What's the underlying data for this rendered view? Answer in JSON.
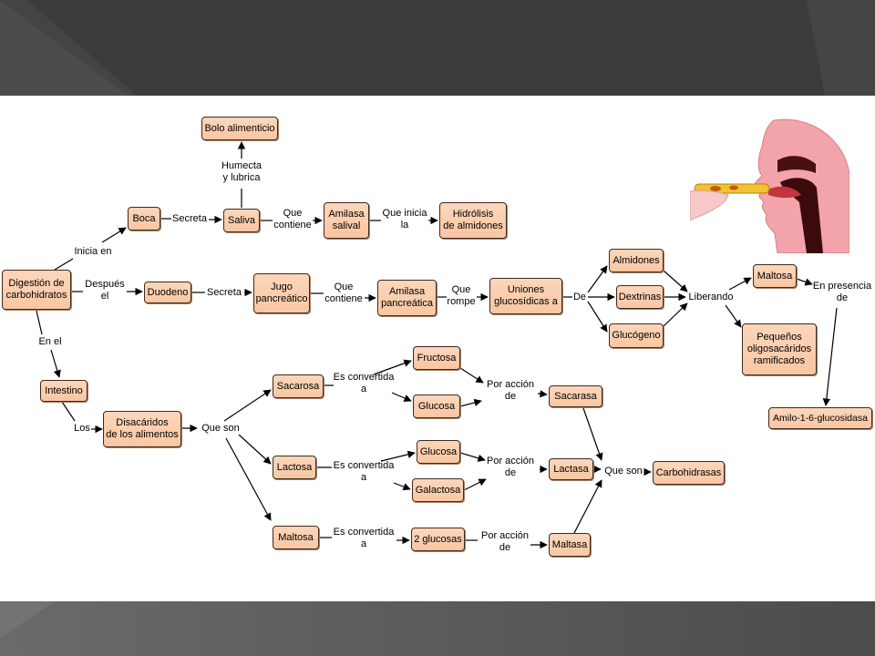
{
  "nodes": {
    "bolo": "Bolo alimenticio",
    "boca": "Boca",
    "saliva": "Saliva",
    "amilasa_salival": "Amilasa\nsalival",
    "hidrolisis": "Hidrólisis\nde almidones",
    "digestion": "Digestión de\ncarbohidratos",
    "duodeno": "Duodeno",
    "jugo": "Jugo\npancreático",
    "amilasa_pancreatica": "Amilasa\npancreática",
    "uniones": "Uniones\nglucosídicas a",
    "almidones": "Almidones",
    "dextrinas": "Dextrinas",
    "glucogeno": "Glucógeno",
    "maltosa_liberada": "Maltosa",
    "oligosacaridos": "Pequeños\noligosacáridos\nramificados",
    "amilo": "Amilo-1-6-glucosidasa",
    "intestino": "Intestino",
    "disacaridos": "Disacáridos\nde los alimentos",
    "sacarosa": "Sacarosa",
    "fructosa": "Fructosa",
    "glucosa_1": "Glucosa",
    "sacarasa": "Sacarasa",
    "lactosa": "Lactosa",
    "glucosa_2": "Glucosa",
    "galactosa": "Galactosa",
    "lactasa": "Lactasa",
    "carbohidrasas": "Carbohidrasas",
    "maltosa": "Maltosa",
    "dos_glucosas": "2 glucosas",
    "maltasa": "Maltasa"
  },
  "links": {
    "inicia_en": "Inicia en",
    "secreta_1": "Secreta",
    "humecta": "Humecta\ny lubrica",
    "que_contiene_1": "Que\ncontiene",
    "que_inicia": "Que inicia\nla",
    "despues": "Después\nel",
    "secreta_2": "Secreta",
    "que_contiene_2": "Que\ncontiene",
    "que_rompe": "Que\nrompe",
    "de": "De",
    "liberando": "Liberando",
    "en_presencia": "En presencia\nde",
    "en_el": "En el",
    "los": "Los",
    "que_son_1": "Que son",
    "es_convertida_1": "Es convertida\na",
    "por_accion_1": "Por acción\nde",
    "es_convertida_2": "Es convertida\na",
    "por_accion_2": "Por acción\nde",
    "es_convertida_3": "Es convertida\na",
    "por_accion_3": "Por acción\nde",
    "que_son_2": "Que son"
  },
  "colors": {
    "node_fill": "#f9c6a2",
    "node_border": "#3d2a1e",
    "arrow": "#000000",
    "header_band": "#3b3b3b",
    "footer_band": "#525252"
  }
}
